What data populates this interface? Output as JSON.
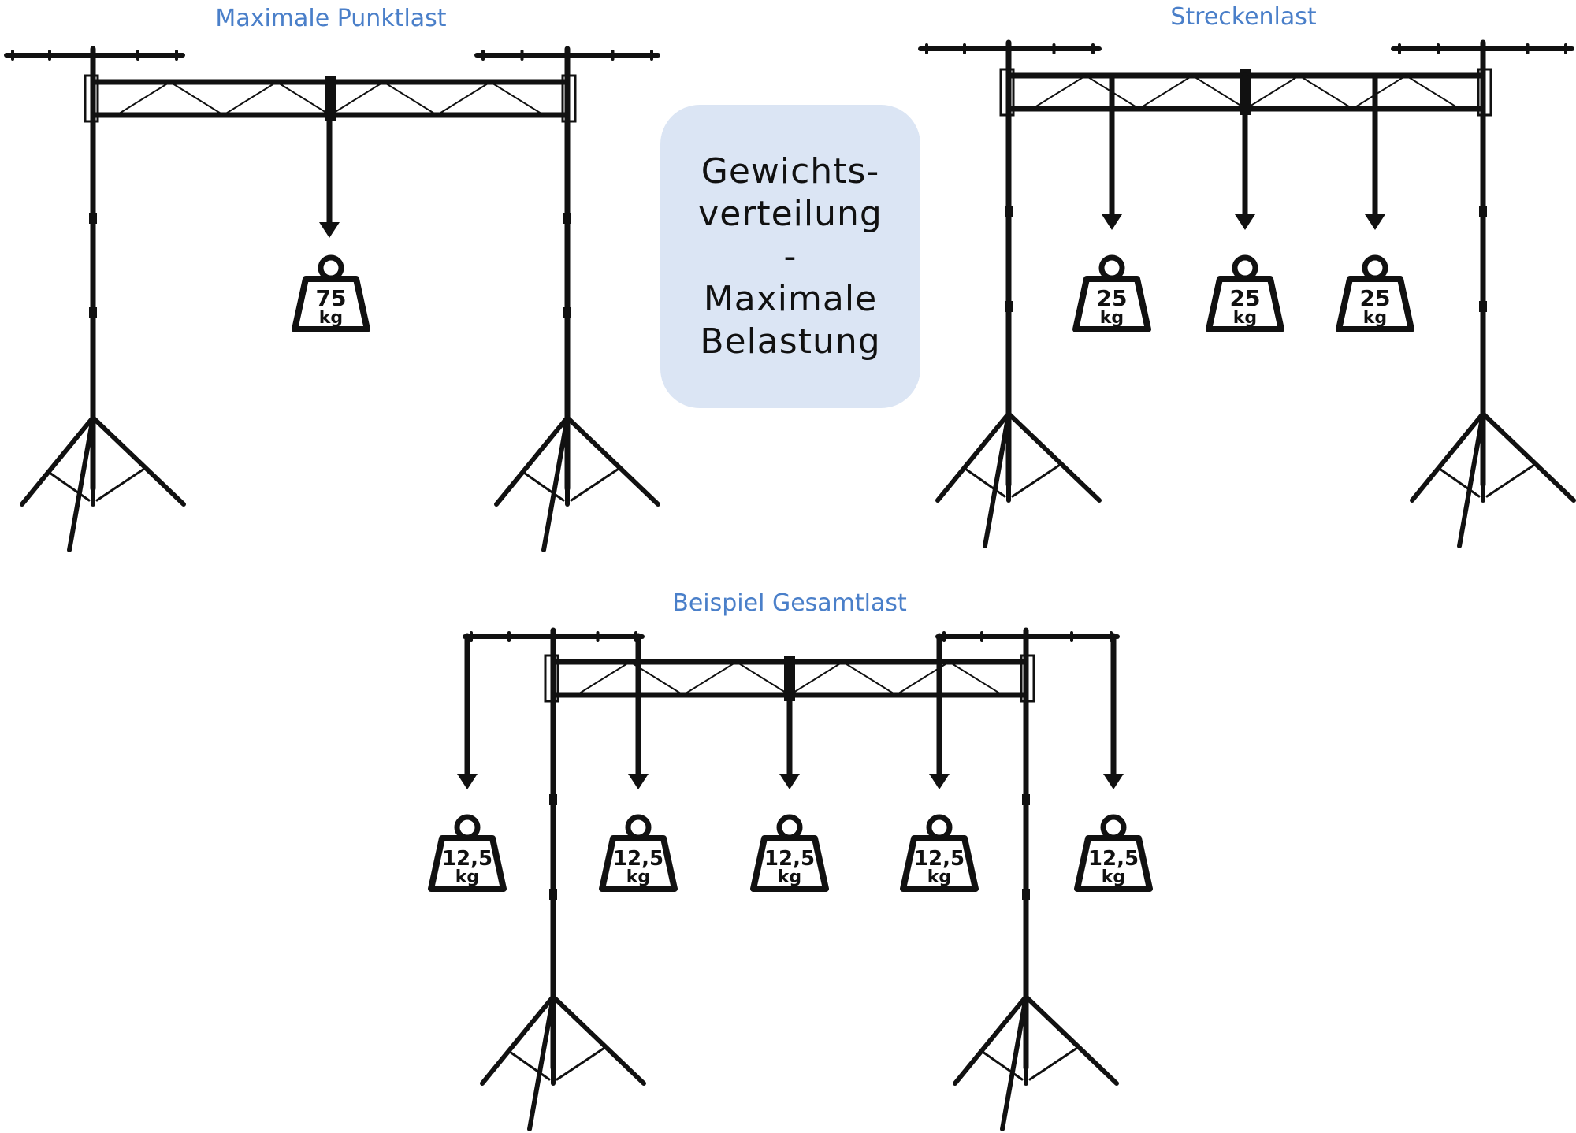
{
  "center_box": {
    "lines": [
      "Gewichts-",
      "verteilung",
      "-",
      "Maximale",
      "Belastung"
    ]
  },
  "panels": [
    {
      "title": "Maximale Punktlast",
      "weights": [
        {
          "value": "75",
          "unit": "kg"
        }
      ]
    },
    {
      "title": "Streckenlast",
      "weights": [
        {
          "value": "25",
          "unit": "kg"
        },
        {
          "value": "25",
          "unit": "kg"
        },
        {
          "value": "25",
          "unit": "kg"
        }
      ]
    },
    {
      "title": "Beispiel Gesamtlast",
      "weights": [
        {
          "value": "12,5",
          "unit": "kg"
        },
        {
          "value": "12,5",
          "unit": "kg"
        },
        {
          "value": "12,5",
          "unit": "kg"
        },
        {
          "value": "12,5",
          "unit": "kg"
        },
        {
          "value": "12,5",
          "unit": "kg"
        }
      ]
    }
  ],
  "colors": {
    "title": "#4a7fc9",
    "box": "#dbe5f4",
    "stand": "#111111"
  }
}
